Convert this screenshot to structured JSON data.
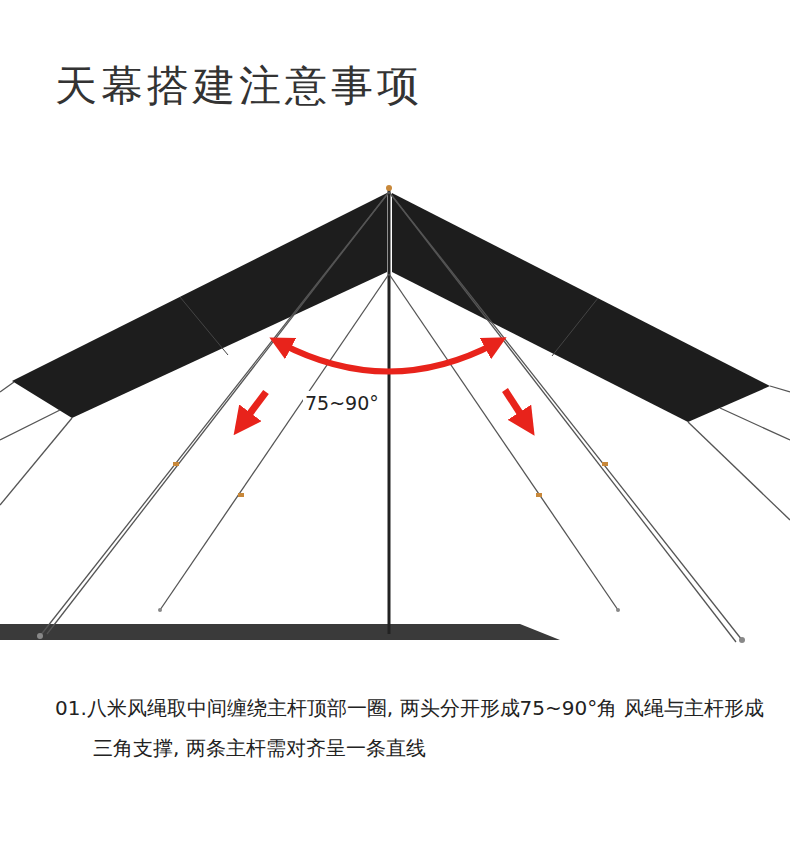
{
  "diagram": {
    "title": "天幕搭建注意事项",
    "caption": "01.八米风绳取中间缠绕主杆顶部一圈, 两头分开形成75~90°角 风绳与主杆形成三角支撑, 两条主杆需对齐呈一条直线",
    "labels": [
      "75~90°"
    ]
  }
}
